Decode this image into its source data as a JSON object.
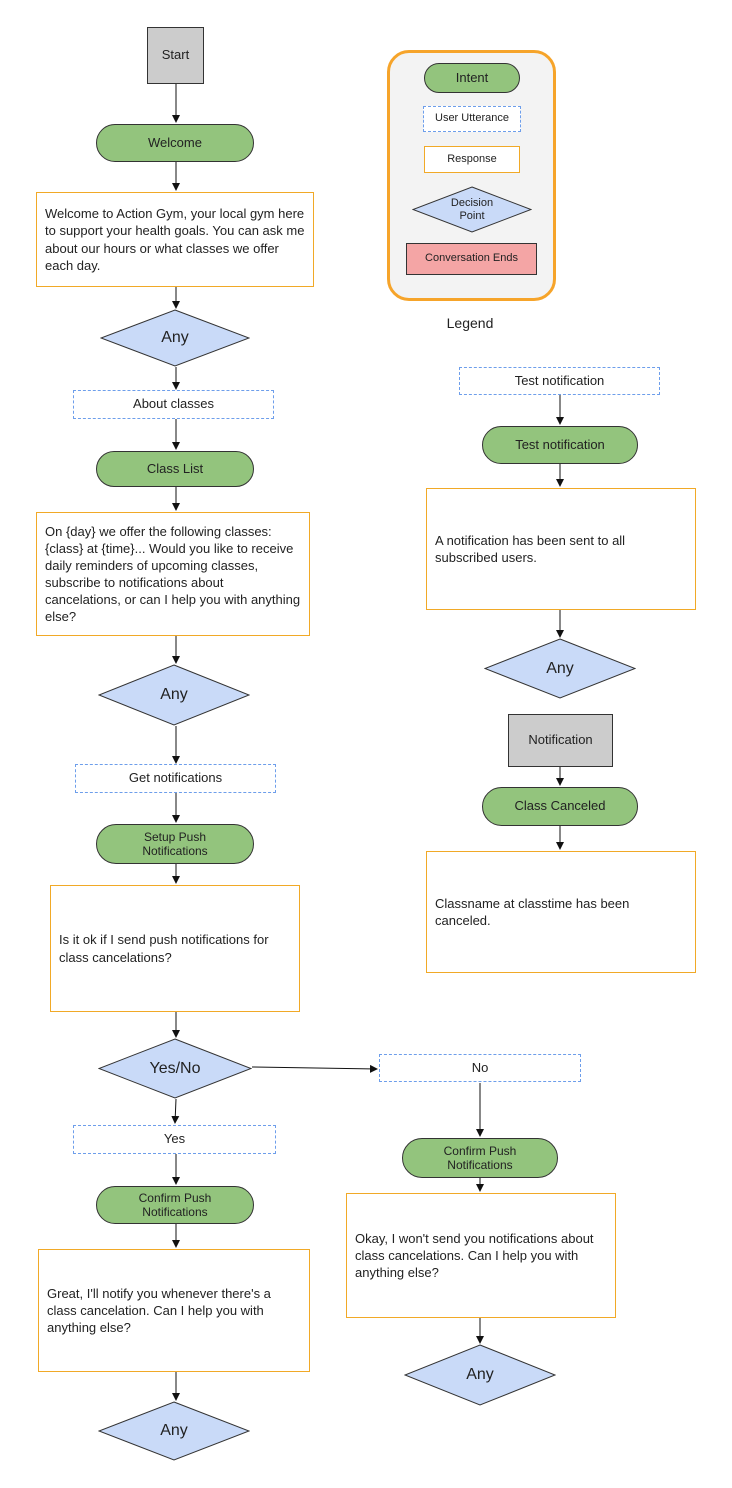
{
  "legend": {
    "title": "Legend",
    "intent": "Intent",
    "user_utterance": "User Utterance",
    "response": "Response",
    "decision_point": "Decision\nPoint",
    "conversation_ends": "Conversation Ends"
  },
  "main_flow": {
    "start": "Start",
    "welcome_intent": "Welcome",
    "welcome_response": "Welcome to Action Gym, your local gym here to support your health goals. You can ask me about our hours or what classes we offer each day.",
    "decision_any_1": "Any",
    "utter_about_classes": "About classes",
    "class_list_intent": "Class List",
    "class_list_response": "On {day} we offer the following classes: {class} at {time}... Would you like to receive daily reminders of upcoming classes, subscribe to notifications about cancelations, or can I help you with anything else?",
    "decision_any_2": "Any",
    "utter_get_notifications": "Get notifications",
    "setup_push_intent": "Setup Push\nNotifications",
    "setup_push_response": "Is it ok if I send push notifications for class cancelations?",
    "decision_yes_no": "Yes/No",
    "utter_yes": "Yes",
    "confirm_push_yes_intent": "Confirm Push\nNotifications",
    "confirm_yes_response": "Great, I'll notify you whenever there's a class cancelation. Can I help you with anything else?",
    "decision_any_3": "Any",
    "utter_no": "No",
    "confirm_push_no_intent": "Confirm Push\nNotifications",
    "confirm_no_response": "Okay, I won't send you notifications about class cancelations. Can I help you with anything else?",
    "decision_any_4": "Any"
  },
  "test_flow": {
    "utter_test_notification": "Test notification",
    "test_notification_intent": "Test notification",
    "test_response": "A notification has been sent to all subscribed users.",
    "decision_any": "Any",
    "notification_start": "Notification",
    "class_canceled_intent": "Class Canceled",
    "class_canceled_response": "Classname at classtime has been canceled."
  },
  "colors": {
    "intent_fill": "#93c47d",
    "utterance_border": "#6d9eeb",
    "response_border": "#f1a927",
    "decision_fill": "#c9daf8",
    "start_fill": "#cccccc",
    "ends_fill": "#f4a5a5",
    "legend_border": "#f6a42a"
  }
}
